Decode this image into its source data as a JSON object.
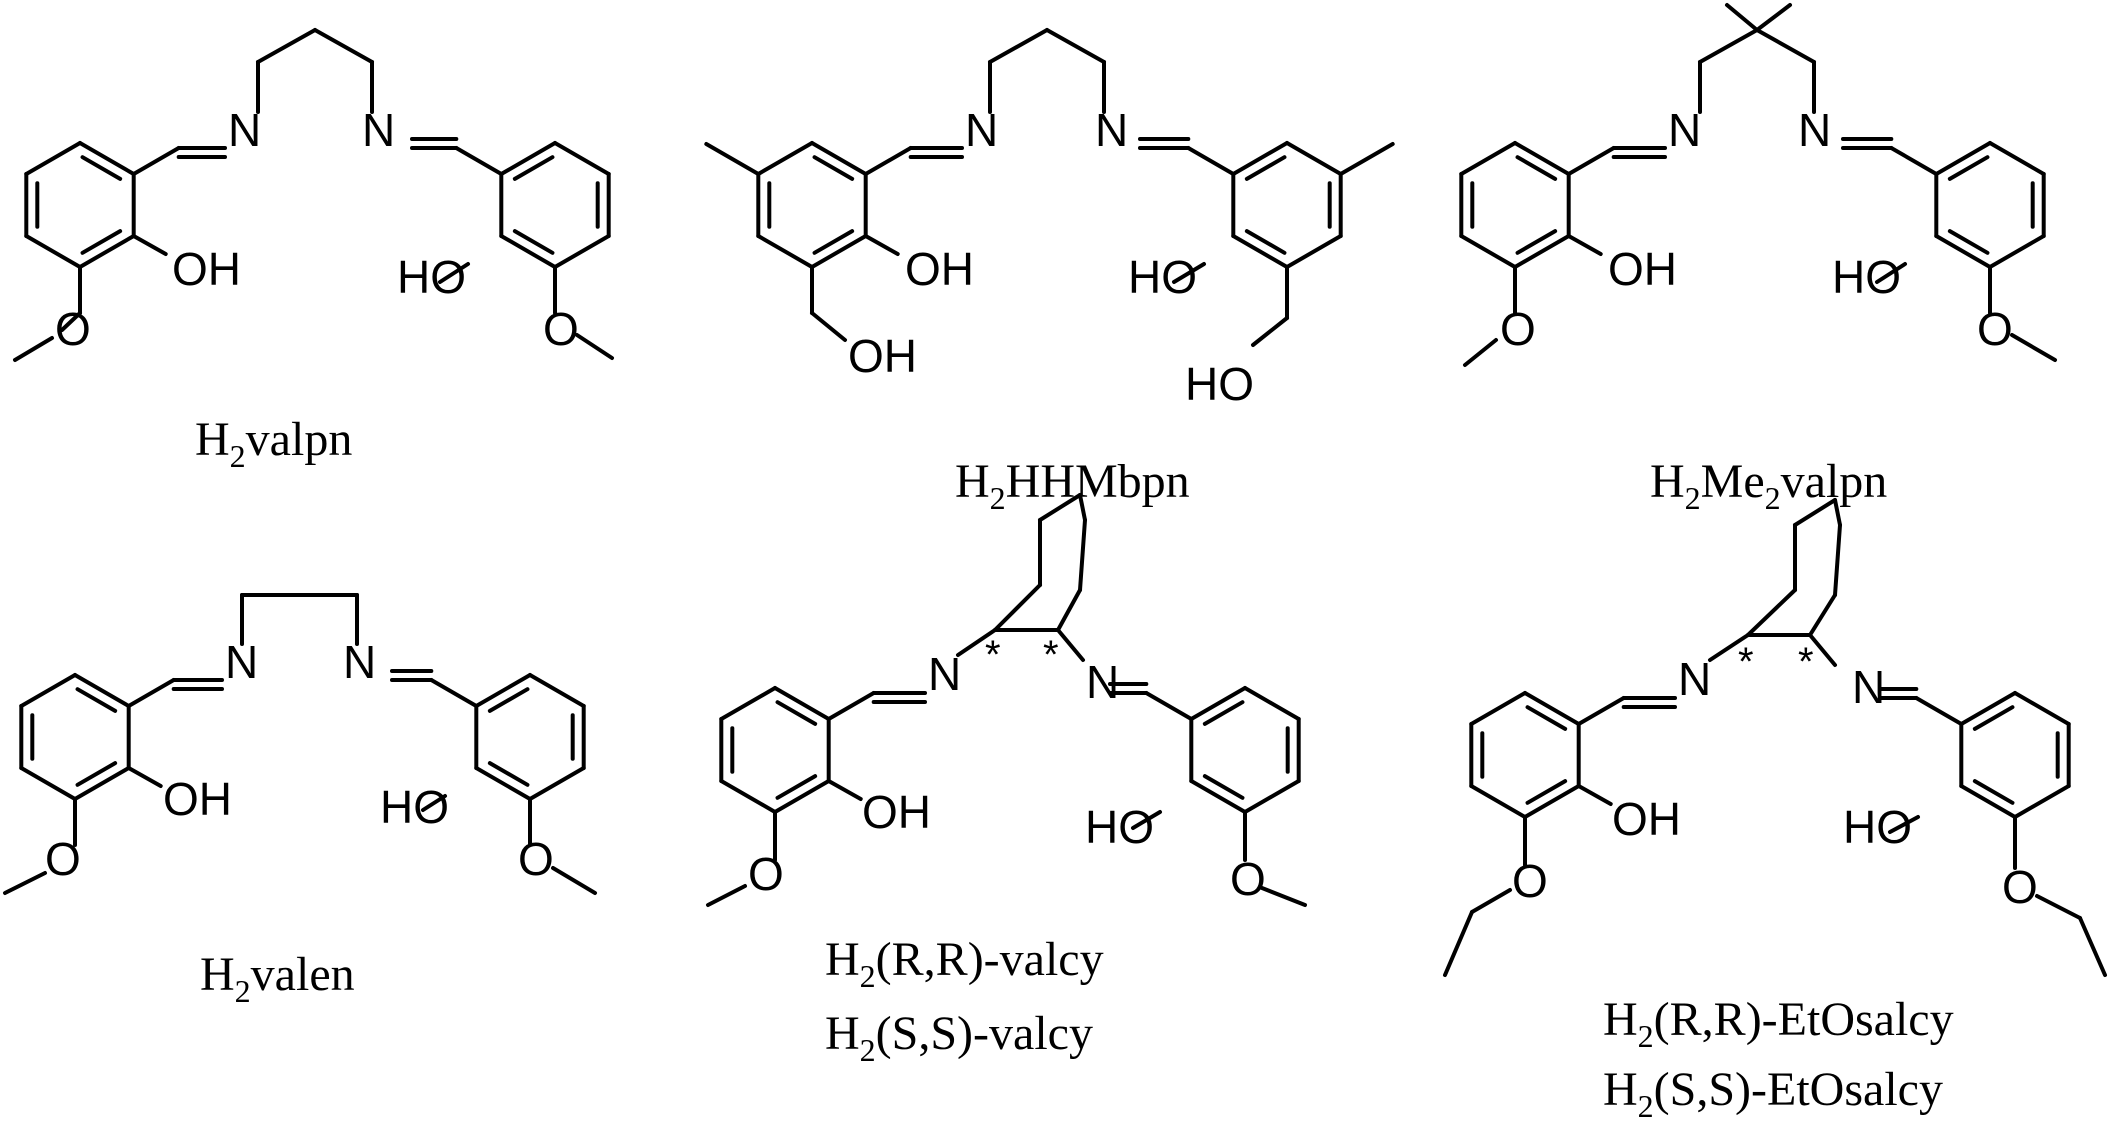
{
  "atoms": {
    "n": "N",
    "oh": "OH",
    "ho": "HO",
    "o": "O",
    "star": "*"
  },
  "compounds": [
    {
      "id": "valpn",
      "lines": [
        {
          "pre": "H",
          "sub": "2",
          "post": "valpn"
        }
      ]
    },
    {
      "id": "hhmbpn",
      "lines": [
        {
          "pre": "H",
          "sub": "2",
          "post": "HHMbpn"
        }
      ]
    },
    {
      "id": "me2valpn",
      "lines": [
        {
          "pre": "H",
          "sub": "2",
          "mid": "Me",
          "sub2": "2",
          "post": "valpn"
        }
      ]
    },
    {
      "id": "valen",
      "lines": [
        {
          "pre": "H",
          "sub": "2",
          "post": "valen"
        }
      ]
    },
    {
      "id": "valcy",
      "lines": [
        {
          "pre": "H",
          "sub": "2",
          "post": "(R,R)-valcy"
        },
        {
          "pre": "H",
          "sub": "2",
          "post": "(S,S)-valcy"
        }
      ]
    },
    {
      "id": "etosalcy",
      "lines": [
        {
          "pre": "H",
          "sub": "2",
          "post": "(R,R)-EtOsalcy"
        },
        {
          "pre": "H",
          "sub": "2",
          "post": "(S,S)-EtOsalcy"
        }
      ]
    }
  ]
}
